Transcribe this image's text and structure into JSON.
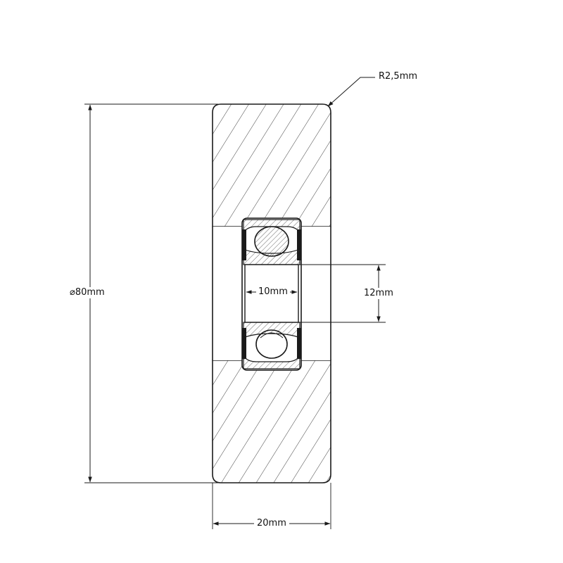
{
  "dimensions": {
    "radius": "R2,5mm",
    "diameter": "80mm",
    "diameter_symbol": "⌀",
    "width": "20mm",
    "bore_width": "10mm",
    "bore_height": "12mm"
  },
  "colors": {
    "line": "#1a1a1a",
    "hatch": "#2a2a2a",
    "background": "#ffffff"
  }
}
